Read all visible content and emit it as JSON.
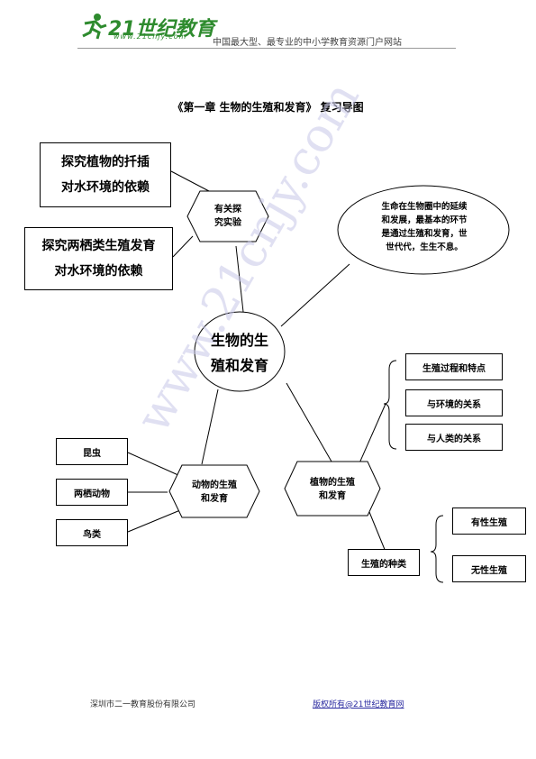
{
  "header": {
    "logo_text": "21世纪教育",
    "logo_sub": "www.21cnjy.com",
    "tagline": "中国最大型、最专业的中小学教育资源门户网站"
  },
  "title": "《第一章  生物的生殖和发育》  复习导图",
  "center": {
    "line1": "生物的生",
    "line2": "殖和发育"
  },
  "experiment_hex": {
    "line1": "有关探",
    "line2": "究实验"
  },
  "experiments": [
    {
      "line1": "探究植物的扦插",
      "line2": "对水环境的依赖"
    },
    {
      "line1": "探究两栖类生殖发育",
      "line2": "对水环境的依赖"
    }
  ],
  "note_ellipse": {
    "lines": [
      "生命在生物圈中的延续",
      "和发展，最基本的环节",
      "是通过生殖和发育，世",
      "世代代，生生不息。"
    ]
  },
  "animal_hex": {
    "line1": "动物的生殖",
    "line2": "和发育"
  },
  "animals": [
    "昆虫",
    "两栖动物",
    "鸟类"
  ],
  "plant_hex": {
    "line1": "植物的生殖",
    "line2": "和发育"
  },
  "plant_topics": [
    "生殖过程和特点",
    "与环境的关系",
    "与人类的关系"
  ],
  "reproduction_types": {
    "label": "生殖的种类",
    "items": [
      "有性生殖",
      "无性生殖"
    ]
  },
  "watermark": "www.21cnjy.com",
  "footer": {
    "company": "深圳市二一教育股份有限公司",
    "copyright": "版权所有@21世纪教育网"
  },
  "colors": {
    "logo_green": "#2e8b2e",
    "link_blue": "#2a2aa0"
  }
}
